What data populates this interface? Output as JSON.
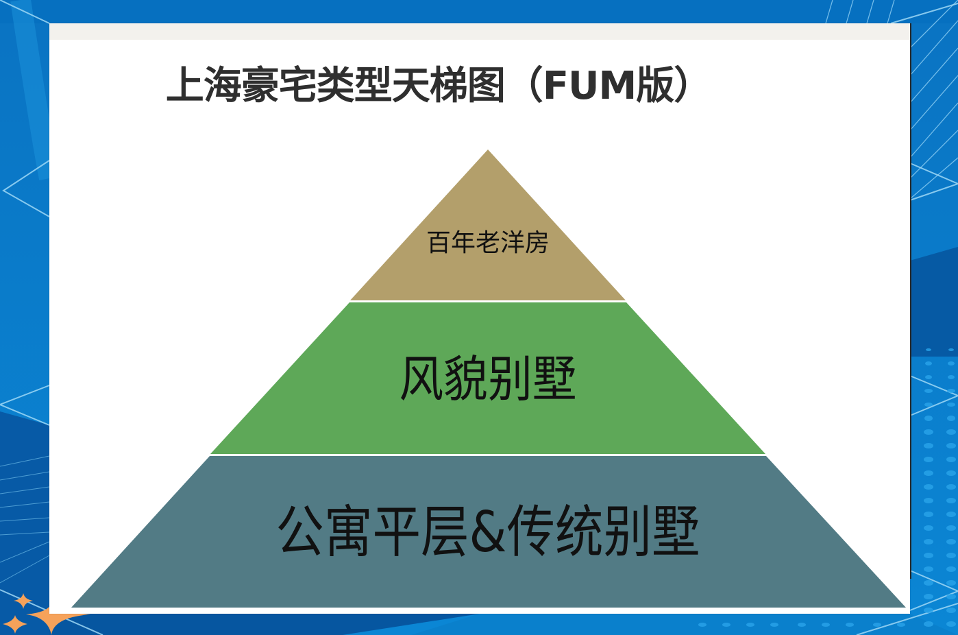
{
  "slide": {
    "title": "上海豪宅类型天梯图（FUM版）"
  },
  "pyramid": {
    "tiers": [
      {
        "level": "top",
        "label": "百年老洋房",
        "color": "#b39f6b"
      },
      {
        "level": "middle",
        "label": "风貌别墅",
        "color": "#5ea858"
      },
      {
        "level": "bottom",
        "label": "公寓平层&传统别墅",
        "color": "#527b85"
      }
    ]
  },
  "theme": {
    "background_blue": "#0a7cc8",
    "background_dark_blue": "#0656a0",
    "title_color": "#2f2f2f",
    "slide_topbar": "#f3f1ed"
  }
}
